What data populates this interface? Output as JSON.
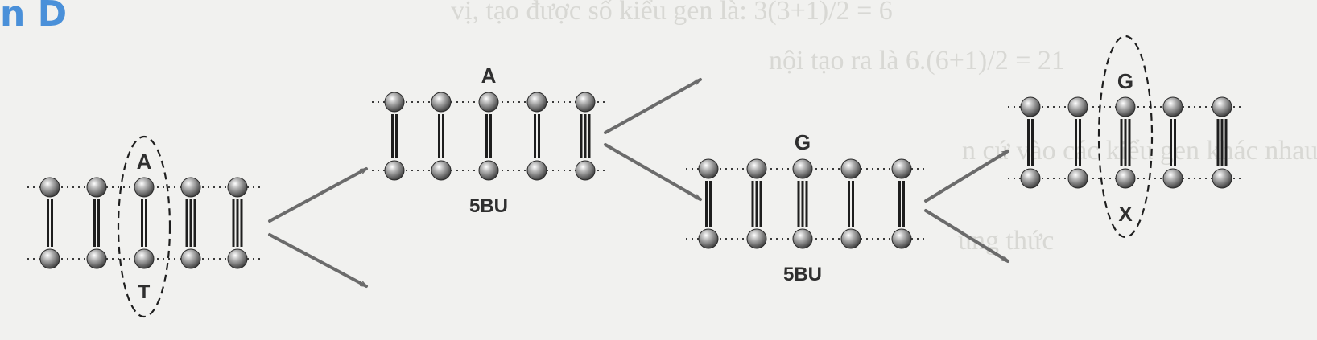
{
  "header": {
    "corner_text": "n D"
  },
  "background_text": [
    "vị, tạo được số kiểu gen là: 3(3+1)/2 = 6",
    "nội tạo ra là 6.(6+1)/2 = 21",
    "n cứ vào các kiểu gen khác nhau, số kiểu giao phối tối đa có thể",
    "ung thức"
  ],
  "colors": {
    "nucleotide": "#8a8a8a",
    "arrow": "#6b6b6b",
    "accent": "#4a90d9"
  },
  "molecules": [
    {
      "id": "original",
      "pairs": [
        2,
        2,
        2,
        3,
        3
      ],
      "top_label": "A",
      "bottom_label": "T",
      "circled_index": 2
    },
    {
      "id": "a-5bu",
      "pairs": [
        2,
        2,
        2,
        2,
        3
      ],
      "top_label": "A",
      "bottom_label": "5BU",
      "label_index": 2
    },
    {
      "id": "g-5bu",
      "pairs": [
        2,
        3,
        3,
        2,
        2
      ],
      "top_label": "G",
      "bottom_label": "5BU",
      "label_index": 2
    },
    {
      "id": "g-x",
      "pairs": [
        2,
        2,
        3,
        2,
        3
      ],
      "top_label": "G",
      "bottom_label": "X",
      "circled_index": 2
    }
  ]
}
